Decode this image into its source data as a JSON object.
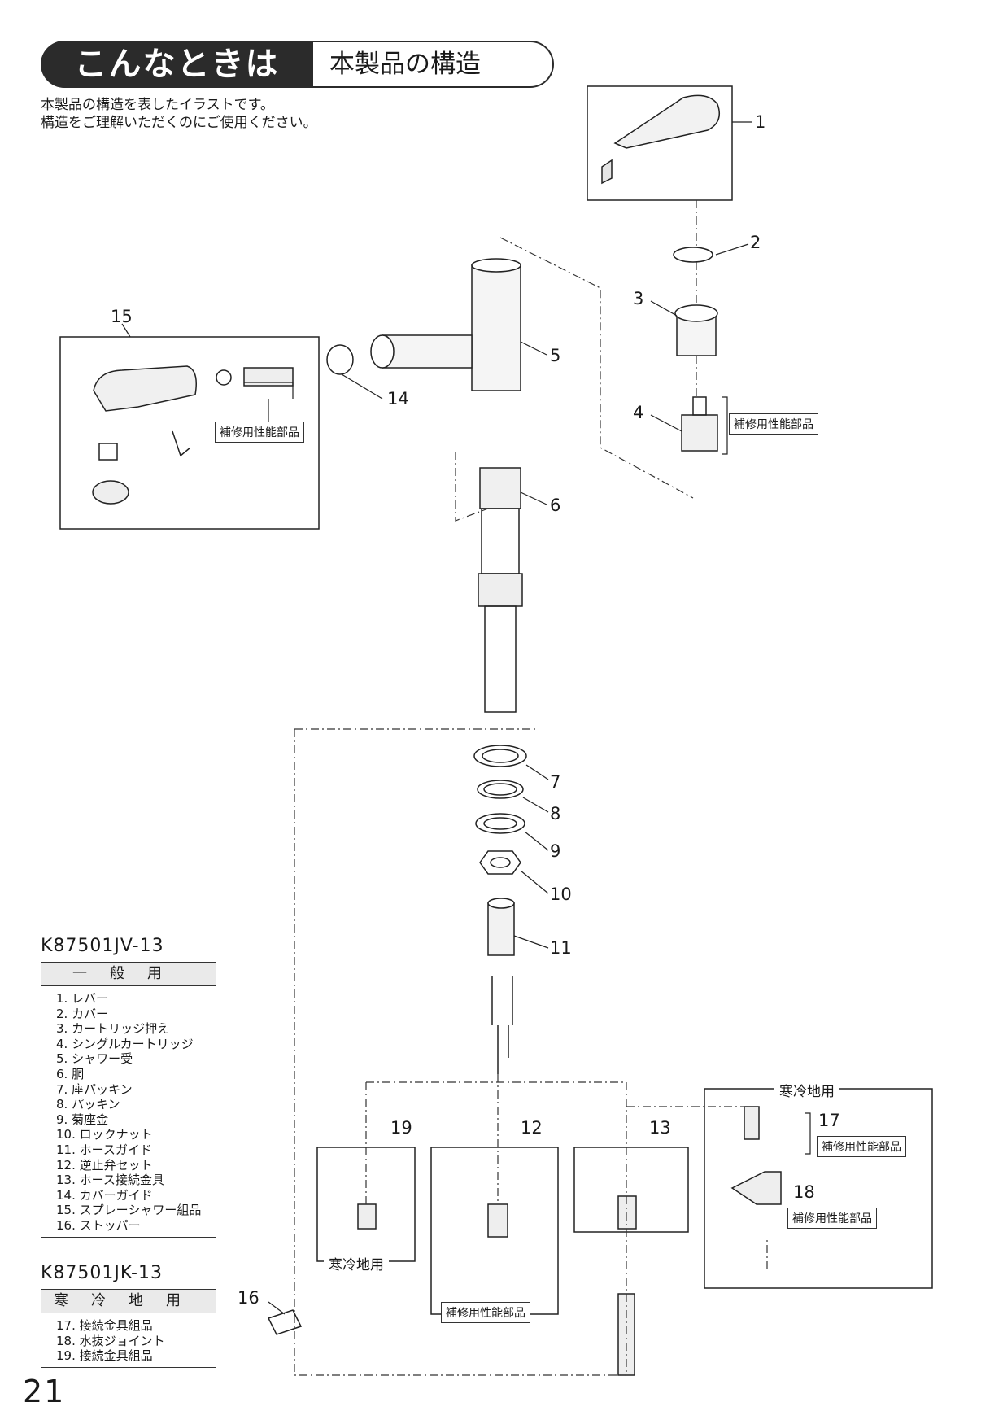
{
  "header": {
    "title": "こんなときは",
    "subtitle": "本製品の構造"
  },
  "intro": {
    "line1": "本製品の構造を表したイラストです。",
    "line2": "構造をご理解いただくのにご使用ください。"
  },
  "callouts": [
    "1",
    "2",
    "3",
    "4",
    "5",
    "6",
    "7",
    "8",
    "9",
    "10",
    "11",
    "12",
    "13",
    "14",
    "15",
    "16",
    "17",
    "18",
    "19"
  ],
  "badges": {
    "repair_part": "補修用性能部品"
  },
  "captions": {
    "cold_region": "寒冷地用"
  },
  "legend_general": {
    "model": "K87501JV-13",
    "header": "一般用",
    "items": [
      " 1. レバー",
      " 2. カバー",
      " 3. カートリッジ押え",
      " 4. シングルカートリッジ",
      " 5. シャワー受",
      " 6. 胴",
      " 7. 座パッキン",
      " 8. パッキン",
      " 9. 菊座金",
      "10. ロックナット",
      "11. ホースガイド",
      "12. 逆止弁セット",
      "13. ホース接続金具",
      "14. カバーガイド",
      "15. スプレーシャワー組品",
      "16. ストッパー"
    ]
  },
  "legend_cold": {
    "model": "K87501JK-13",
    "header": "寒冷地用",
    "items": [
      "17. 接続金具組品",
      "18. 水抜ジョイント",
      "19. 接続金具組品"
    ]
  },
  "page_number": "21"
}
